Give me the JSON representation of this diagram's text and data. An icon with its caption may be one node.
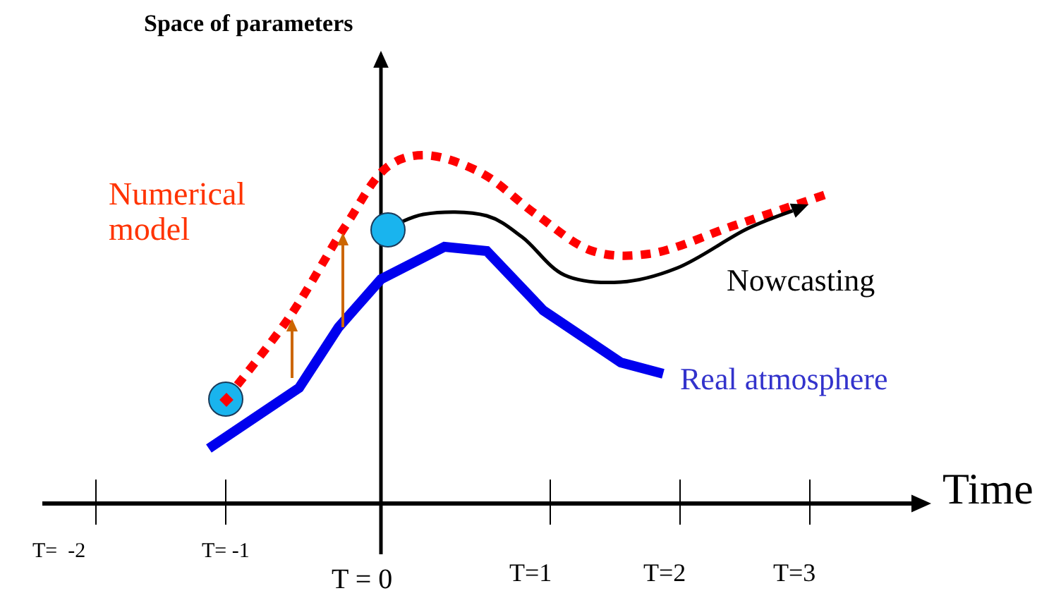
{
  "diagram": {
    "labels": [
      "Space of parameters",
      "Numerical model",
      "Nowcasting",
      "Real atmosphere",
      "Time",
      "T=  -2",
      "T= -1",
      "T = 0",
      "T=1",
      "T=2",
      "T=3"
    ]
  }
}
